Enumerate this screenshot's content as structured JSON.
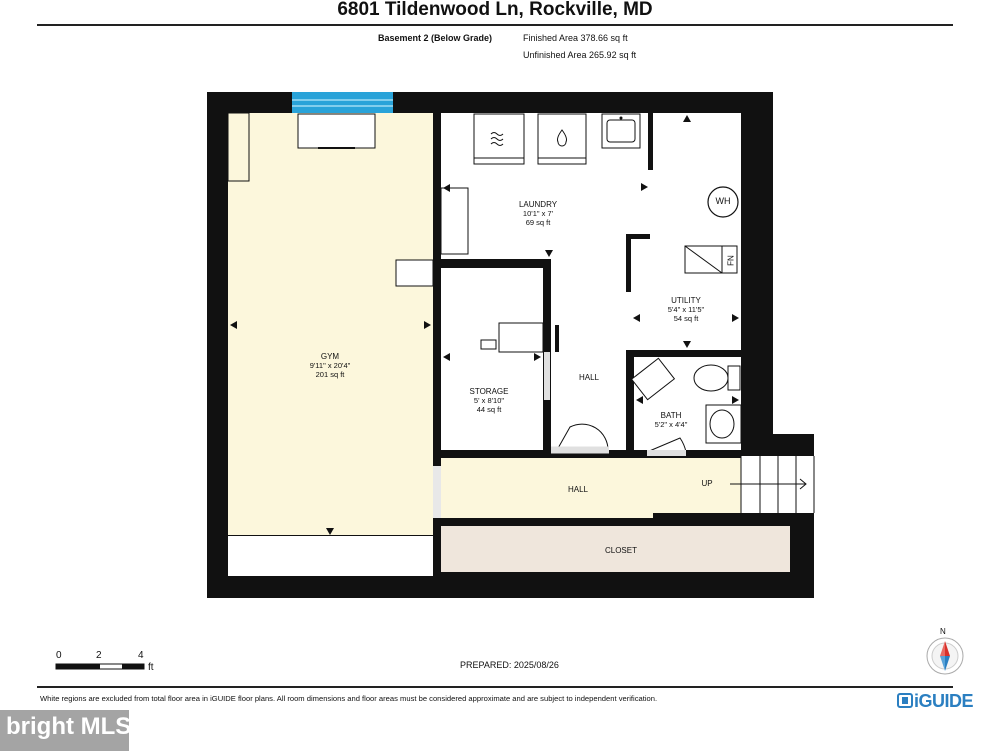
{
  "header": {
    "address": "6801 Tildenwood Ln, Rockville, MD",
    "level_name": "Basement 2 (Below Grade)",
    "finished_area": "Finished Area 378.66 sq ft",
    "unfinished_area": "Unfinished Area 265.92 sq ft"
  },
  "rooms": [
    {
      "name": "GYM",
      "dims": "9'11\" x 20'4\"",
      "area": "201 sq ft"
    },
    {
      "name": "LAUNDRY",
      "dims": "10'1\" x 7'",
      "area": "69 sq ft"
    },
    {
      "name": "STORAGE",
      "dims": "5' x 8'10\"",
      "area": "44 sq ft"
    },
    {
      "name": "UTILITY",
      "dims": "5'4\" x 11'5\"",
      "area": "54 sq ft"
    },
    {
      "name": "BATH",
      "dims": "5'2\" x 4'4\"",
      "area": ""
    }
  ],
  "labels": {
    "hall_upper": "HALL",
    "hall_lower": "HALL",
    "closet": "CLOSET",
    "stairs_up": "UP",
    "water_heater": "WH",
    "furnace": "FN"
  },
  "scale": {
    "ticks": [
      "0",
      "2",
      "4"
    ],
    "unit": "ft"
  },
  "compass": {
    "north": "N"
  },
  "prepared": "PREPARED: 2025/08/26",
  "disclaimer": "White regions are excluded from total floor area in iGUIDE floor plans. All room dimensions and floor areas must be considered approximate and are subject to independent verification.",
  "brand": {
    "logo": "iGUIDE",
    "watermark": "bright MLS"
  },
  "colors": {
    "finished_fill": "#fcf7dc",
    "unfinished_fill": "#efe6dc",
    "wall": "#111111",
    "window": "#29a3d9",
    "logo_blue": "#2b7fc1",
    "compass_red": "#d9312b"
  }
}
